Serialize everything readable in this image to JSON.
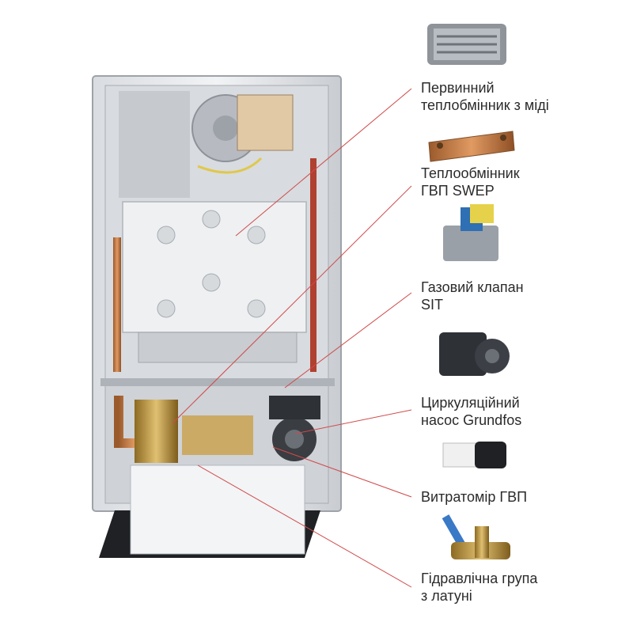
{
  "callouts": [
    {
      "id": "heat-exchanger",
      "line1": "Первинний",
      "line2": "теплобмінник з міді",
      "icon": "copper-heat-exchanger-icon"
    },
    {
      "id": "dhw-exchanger",
      "line1": "Теплообмінник",
      "line2": "ГВП SWEP",
      "icon": "plate-heat-exchanger-icon"
    },
    {
      "id": "gas-valve",
      "line1": "Газовий клапан",
      "line2": "SIT",
      "icon": "gas-valve-icon"
    },
    {
      "id": "pump",
      "line1": "Циркуляційний",
      "line2": "насос Grundfos",
      "icon": "circulation-pump-icon"
    },
    {
      "id": "flowmeter",
      "line1": "Витратомір ГВП",
      "line2": "",
      "icon": "flowmeter-icon"
    },
    {
      "id": "hydraulic-group",
      "line1": "Гідравлічна група",
      "line2": "з латуні",
      "icon": "brass-hydraulic-group-icon"
    }
  ],
  "colors": {
    "leader_line": "#d04a4a",
    "text": "#2b2b2b",
    "boiler_frame": "#bfc3c8",
    "panel_gray": "#e7e9ec",
    "copper": "#c87a45",
    "brass": "#c9a04a"
  }
}
